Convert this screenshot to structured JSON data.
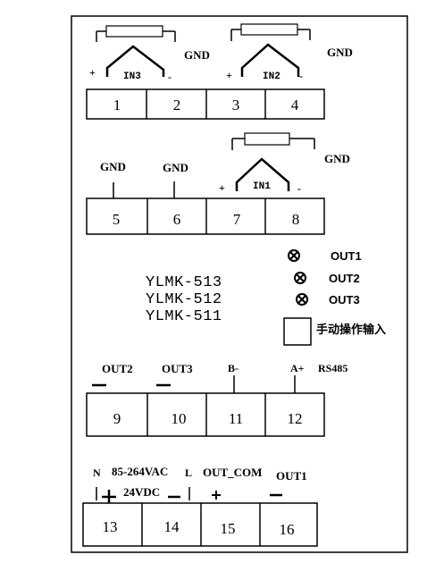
{
  "inputs": {
    "in3": "IN3",
    "in2": "IN2",
    "in1": "IN1",
    "plus": "+",
    "minus": "-",
    "gnd": "GND"
  },
  "terminals": [
    "1",
    "2",
    "3",
    "4",
    "5",
    "6",
    "7",
    "8",
    "9",
    "10",
    "11",
    "12",
    "13",
    "14",
    "15",
    "16"
  ],
  "outputs": {
    "out1": "OUT1",
    "out2": "OUT2",
    "out3": "OUT3",
    "manual": "手动操作输入"
  },
  "models": [
    "YLMK-513",
    "YLMK-512",
    "YLMK-511"
  ],
  "comm": {
    "out2": "OUT2",
    "out3": "OUT3",
    "b_minus": "B-",
    "a_plus": "A+",
    "rs485": "RS485"
  },
  "power": {
    "n": "N",
    "range": "85-264VAC",
    "l": "L",
    "dc": "24VDC",
    "plus": "+",
    "minus": "-",
    "out_com": "OUT_COM",
    "out1": "OUT1"
  }
}
